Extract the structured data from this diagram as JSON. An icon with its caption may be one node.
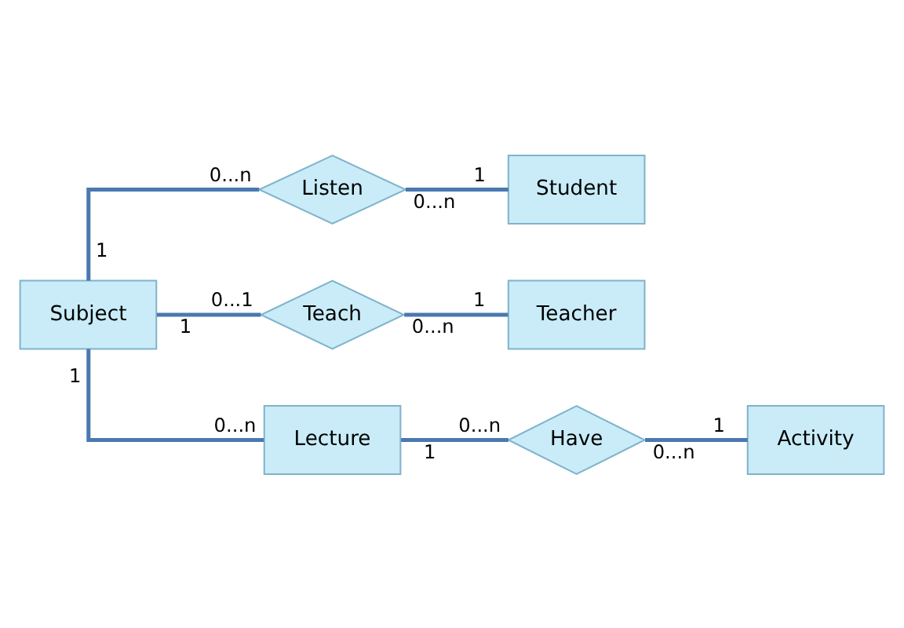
{
  "diagram": {
    "nodes": [
      {
        "text": [
          "Subject"
        ]
      },
      {
        "text": [
          "Listen"
        ]
      },
      {
        "text": [
          "Student"
        ]
      },
      {
        "text": [
          "Teach"
        ]
      },
      {
        "text": [
          "Teacher"
        ]
      },
      {
        "text": [
          "Lecture"
        ]
      },
      {
        "text": [
          "Have"
        ]
      },
      {
        "text": [
          "Activity"
        ]
      }
    ],
    "edges": [
      {
        "from": 0,
        "to": 1,
        "arrow": "none"
      },
      {
        "from": 1,
        "to": 2,
        "arrow": "none"
      },
      {
        "from": 0,
        "to": 3,
        "arrow": "none"
      },
      {
        "from": 3,
        "to": 4,
        "arrow": "none"
      },
      {
        "from": 0,
        "to": 5,
        "arrow": "none"
      },
      {
        "from": 5,
        "to": 6,
        "arrow": "none"
      },
      {
        "from": 6,
        "to": 7,
        "arrow": "none"
      }
    ],
    "labels": [
      "0...n",
      "0...n",
      "1",
      "1",
      "1",
      "0...n",
      "1",
      "1",
      "0...1",
      "0...n",
      "1",
      "0...n",
      "0...n",
      "1"
    ]
  }
}
